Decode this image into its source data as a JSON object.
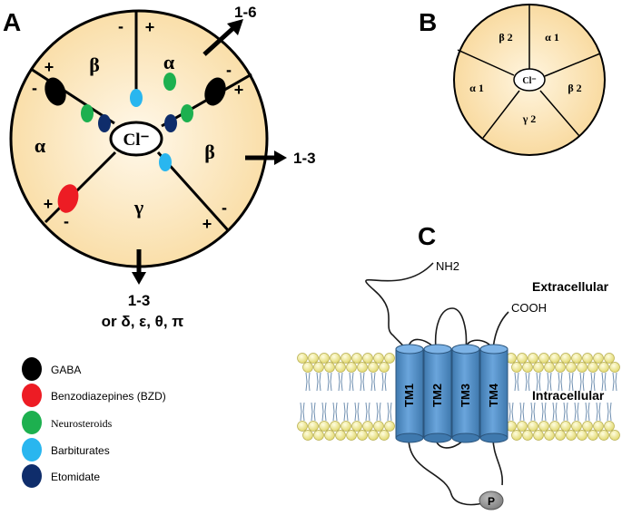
{
  "panels": {
    "a": "A",
    "b": "B",
    "c": "C"
  },
  "panel_a": {
    "channel_ion": "Cl⁻",
    "subunits": {
      "top_left": "β",
      "top_right": "α",
      "left": "α",
      "right": "β",
      "bottom": "γ"
    },
    "interface_signs": {
      "top_minus": "-",
      "top_plus": "+",
      "upper_left_plus": "+",
      "upper_left_minus": "-",
      "upper_right_minus": "-",
      "upper_right_plus": "+",
      "lower_left_plus": "+",
      "lower_left_minus": "-",
      "lower_right_minus": "-",
      "lower_right_plus": "+"
    },
    "subunit_counts": {
      "alpha": "1-6",
      "beta": "1-3",
      "gamma": "1-3",
      "gamma_alternatives": "or δ, ε, θ, π"
    }
  },
  "panel_b": {
    "channel_ion": "Cl⁻",
    "subunits": {
      "top_left": "β 2",
      "top_right": "α 1",
      "left": "α 1",
      "right": "β 2",
      "bottom": "γ 2"
    }
  },
  "panel_c": {
    "n_terminus": "NH2",
    "c_terminus": "COOH",
    "extracellular": "Extracellular",
    "intracellular": "Intracellular",
    "helices": [
      "TM1",
      "TM2",
      "TM3",
      "TM4"
    ],
    "phospho": "P"
  },
  "legend": [
    {
      "label": "GABA",
      "color": "#000000"
    },
    {
      "label": "Benzodiazepines (BZD)",
      "color": "#ed1c24"
    },
    {
      "label": "Neurosteroids",
      "color": "#1db04f"
    },
    {
      "label": "Barbiturates",
      "color": "#29b6ef"
    },
    {
      "label": "Etomidate",
      "color": "#0f2d6b"
    }
  ],
  "colors": {
    "receptor_fill": "#fbe3b3",
    "receptor_center": "#fff6e2",
    "helix": "#5b9bd5",
    "helix_dark": "#3e76a8",
    "lipid_head": "#f4ee9c"
  }
}
